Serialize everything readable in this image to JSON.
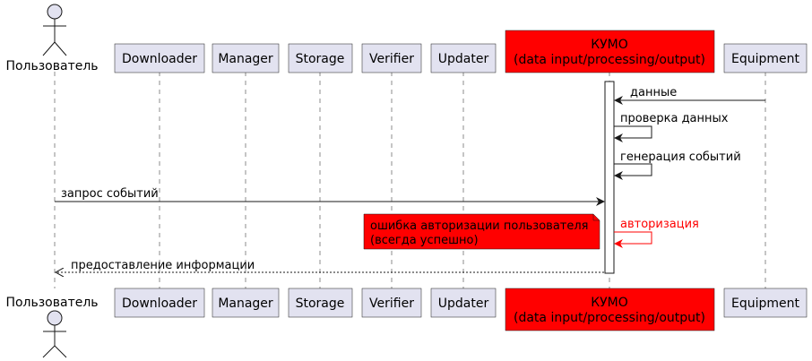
{
  "participants": {
    "user": "Пользователь",
    "downloader": "Downloader",
    "manager": "Manager",
    "storage": "Storage",
    "verifier": "Verifier",
    "updater": "Updater",
    "kumo_line1": "КУМО",
    "kumo_line2": "(data input/processing/output)",
    "equipment": "Equipment"
  },
  "messages": {
    "m1": "данные",
    "m2": "проверка данных",
    "m3": "генерация событий",
    "m4": "запрос событий",
    "m5": "авторизация",
    "m6": "предоставление информации"
  },
  "note": {
    "line1": "ошибка авторизации пользователя",
    "line2": "(всегда успешно)"
  },
  "colors": {
    "participant_fill": "#E2E2F0",
    "participant_border": "#181818",
    "highlight": "#FF0000"
  }
}
